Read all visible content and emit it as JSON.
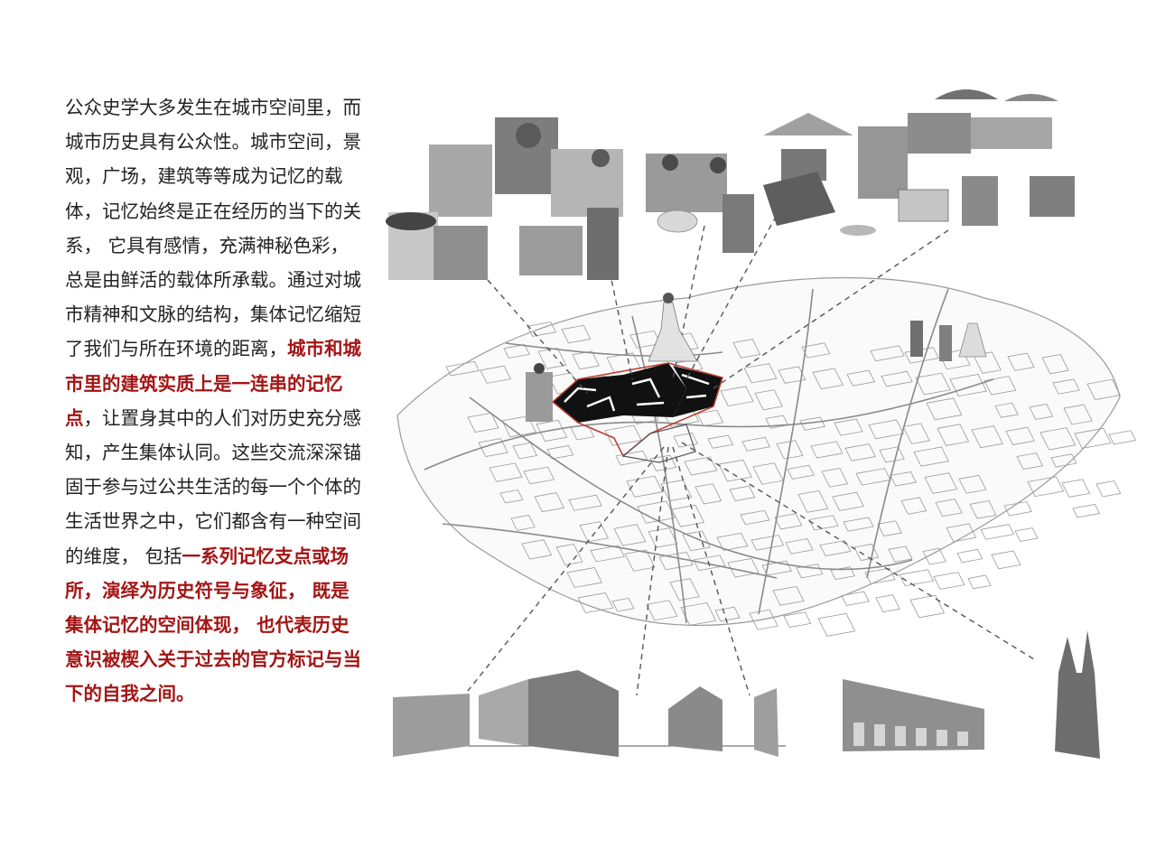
{
  "article": {
    "lead": "公众史学大多发生在城市空间里，而城市历史具有公众性。城市空间，景观，广场，建筑等等成为记忆的载体，记忆始终是正在经历的当下的关系， 它具有感情，充满神秘色彩，总是由鲜活的载体所承载。通过对城市精神和文脉的结构，集体记忆缩短了我们与所在环境的距离，",
    "highlight_1": "城市和城市里的建筑实质上是一连串的记忆点",
    "middle": "，让置身其中的人们对历史充分感知，产生集体认同。这些交流深深锚固于参与过公共生活的每一个个体的生活世界之中，它们都含有一种空间的维度， 包括",
    "highlight_2": "一系列记忆支点或场所，演绎为历史符号与象征， 既是集体记忆的空间体现， 也代表历史意识被楔入关于过去的官方标记与当下的自我之间。"
  },
  "colors": {
    "text": "#222222",
    "highlight": "#a31515",
    "map_line": "#9a9a9a",
    "block_dark": "#111111",
    "accent_line": "#c0392b"
  }
}
